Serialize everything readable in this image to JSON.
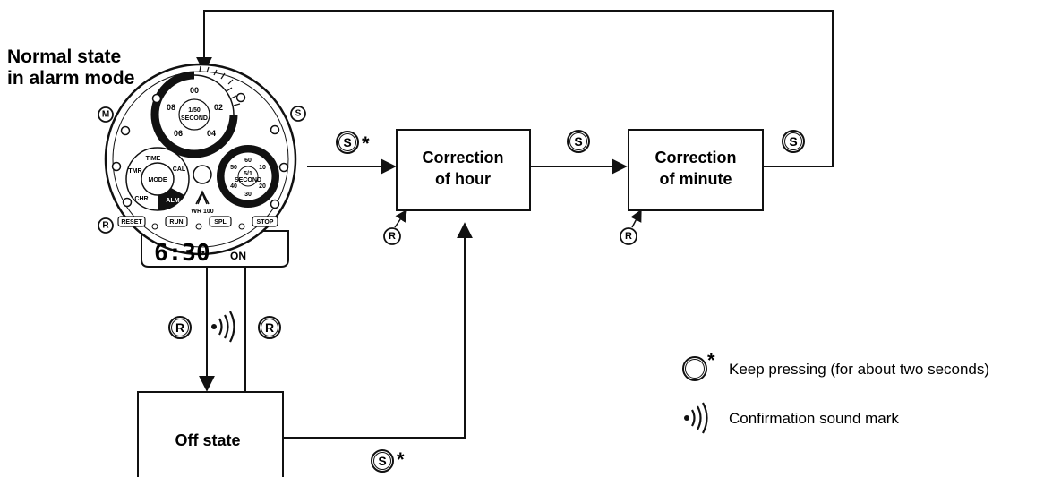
{
  "title": {
    "line1": "Normal state",
    "line2": "in alarm mode"
  },
  "boxes": {
    "hour": {
      "line1": "Correction",
      "line2": "of hour"
    },
    "minute": {
      "line1": "Correction",
      "line2": "of minute"
    },
    "off": {
      "line1": "Off state"
    }
  },
  "buttons": {
    "s": "S",
    "r": "R",
    "m": "M"
  },
  "star_mark": "*",
  "watch": {
    "dial_top": [
      "00",
      "02",
      "04",
      "06",
      "08"
    ],
    "dial_top_center": [
      "1/50",
      "SECOND"
    ],
    "dial_right": [
      "60",
      "10",
      "20",
      "30",
      "40",
      "50"
    ],
    "dial_right_center": [
      "5/1",
      "SECOND"
    ],
    "dial_left": [
      "TIME",
      "CAL",
      "TMR",
      "CHR",
      "ALM"
    ],
    "dial_left_center": "MODE",
    "wr": "WR 100",
    "pushers": [
      "RESET",
      "RUN",
      "SPL",
      "STOP"
    ],
    "lcd_time": "6:30",
    "lcd_status": "ON"
  },
  "legend": {
    "keep_pressing": "Keep pressing (for about two seconds)",
    "confirmation": "Confirmation sound mark"
  }
}
